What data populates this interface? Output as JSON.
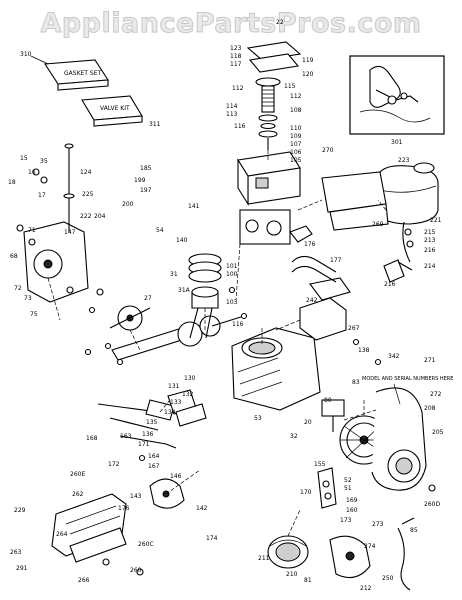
{
  "watermark": "AppliancePartsPros.com",
  "callouts": {
    "gasket_kit_1": "310",
    "gasket_kit_2": "311",
    "valve_kit": "301",
    "model_serial_note": "MODEL AND SERIAL NUMBERS HERE",
    "kit_1_text": "GASKET SET",
    "kit_2_text": "VALVE KIT"
  },
  "part_labels": [
    {
      "id": "p22",
      "text": "22"
    },
    {
      "id": "p123",
      "text": "123"
    },
    {
      "id": "p118a",
      "text": "118"
    },
    {
      "id": "p117",
      "text": "117"
    },
    {
      "id": "p120",
      "text": "120"
    },
    {
      "id": "p119",
      "text": "119"
    },
    {
      "id": "p112a",
      "text": "112"
    },
    {
      "id": "p114",
      "text": "114"
    },
    {
      "id": "p113",
      "text": "113"
    },
    {
      "id": "p115",
      "text": "115"
    },
    {
      "id": "p108",
      "text": "108"
    },
    {
      "id": "p110",
      "text": "110"
    },
    {
      "id": "p109",
      "text": "109"
    },
    {
      "id": "p112b",
      "text": "112"
    },
    {
      "id": "p116",
      "text": "116"
    },
    {
      "id": "p107",
      "text": "107"
    },
    {
      "id": "p106",
      "text": "106"
    },
    {
      "id": "p105",
      "text": "105"
    },
    {
      "id": "p35",
      "text": "35"
    },
    {
      "id": "p15",
      "text": "15"
    },
    {
      "id": "p16",
      "text": "16"
    },
    {
      "id": "p18",
      "text": "18"
    },
    {
      "id": "p17",
      "text": "17"
    },
    {
      "id": "p124",
      "text": "124"
    },
    {
      "id": "p225",
      "text": "225"
    },
    {
      "id": "p222",
      "text": "222"
    },
    {
      "id": "p147",
      "text": "147"
    },
    {
      "id": "p185",
      "text": "185"
    },
    {
      "id": "p199",
      "text": "199"
    },
    {
      "id": "p197",
      "text": "197"
    },
    {
      "id": "p200",
      "text": "200"
    },
    {
      "id": "p204",
      "text": "204"
    },
    {
      "id": "p54a",
      "text": "54"
    },
    {
      "id": "p141",
      "text": "141"
    },
    {
      "id": "p140",
      "text": "140"
    },
    {
      "id": "p270",
      "text": "270"
    },
    {
      "id": "p223",
      "text": "223"
    },
    {
      "id": "p221",
      "text": "221"
    },
    {
      "id": "p269",
      "text": "269"
    },
    {
      "id": "p215",
      "text": "215"
    },
    {
      "id": "p213",
      "text": "213"
    },
    {
      "id": "p216a",
      "text": "216"
    },
    {
      "id": "p214",
      "text": "214"
    },
    {
      "id": "p216b",
      "text": "216"
    },
    {
      "id": "p177",
      "text": "177"
    },
    {
      "id": "p176",
      "text": "176"
    },
    {
      "id": "p101",
      "text": "101"
    },
    {
      "id": "p100",
      "text": "100"
    },
    {
      "id": "p103",
      "text": "103"
    },
    {
      "id": "p71",
      "text": "71"
    },
    {
      "id": "p68",
      "text": "68"
    },
    {
      "id": "p72",
      "text": "72"
    },
    {
      "id": "p73",
      "text": "73"
    },
    {
      "id": "p75",
      "text": "75"
    },
    {
      "id": "p31",
      "text": "31"
    },
    {
      "id": "p31a",
      "text": "31A"
    },
    {
      "id": "p27",
      "text": "27"
    },
    {
      "id": "p242",
      "text": "242"
    },
    {
      "id": "p267",
      "text": "267"
    },
    {
      "id": "p116b",
      "text": "116"
    },
    {
      "id": "p138",
      "text": "138"
    },
    {
      "id": "p342",
      "text": "342"
    },
    {
      "id": "p271",
      "text": "271"
    },
    {
      "id": "p272",
      "text": "272"
    },
    {
      "id": "p208",
      "text": "208"
    },
    {
      "id": "p205",
      "text": "205"
    },
    {
      "id": "p130",
      "text": "130"
    },
    {
      "id": "p131",
      "text": "131"
    },
    {
      "id": "p132",
      "text": "132"
    },
    {
      "id": "p133",
      "text": "133"
    },
    {
      "id": "p134",
      "text": "134"
    },
    {
      "id": "p135",
      "text": "135"
    },
    {
      "id": "p136",
      "text": "136"
    },
    {
      "id": "p168",
      "text": "168"
    },
    {
      "id": "p171",
      "text": "171"
    },
    {
      "id": "p163",
      "text": "163"
    },
    {
      "id": "p172",
      "text": "172"
    },
    {
      "id": "p164",
      "text": "164"
    },
    {
      "id": "p167",
      "text": "167"
    },
    {
      "id": "p260e",
      "text": "260E"
    },
    {
      "id": "p170",
      "text": "170"
    },
    {
      "id": "p51",
      "text": "51"
    },
    {
      "id": "p52",
      "text": "52"
    },
    {
      "id": "p169",
      "text": "169"
    },
    {
      "id": "p155",
      "text": "155"
    },
    {
      "id": "p160",
      "text": "160"
    },
    {
      "id": "p173",
      "text": "173"
    },
    {
      "id": "p260d",
      "text": "260D"
    },
    {
      "id": "p262",
      "text": "262"
    },
    {
      "id": "p143",
      "text": "143"
    },
    {
      "id": "p176b",
      "text": "176"
    },
    {
      "id": "p146",
      "text": "146"
    },
    {
      "id": "p142",
      "text": "142"
    },
    {
      "id": "p229",
      "text": "229"
    },
    {
      "id": "p264",
      "text": "264"
    },
    {
      "id": "p260c",
      "text": "260C"
    },
    {
      "id": "p174",
      "text": "174"
    },
    {
      "id": "p263",
      "text": "263"
    },
    {
      "id": "p291",
      "text": "291"
    },
    {
      "id": "p260",
      "text": "260"
    },
    {
      "id": "p266",
      "text": "266"
    },
    {
      "id": "p211",
      "text": "211"
    },
    {
      "id": "p274",
      "text": "274"
    },
    {
      "id": "p273",
      "text": "273"
    },
    {
      "id": "p85",
      "text": "85"
    },
    {
      "id": "p210",
      "text": "210"
    },
    {
      "id": "p81",
      "text": "81"
    },
    {
      "id": "p250",
      "text": "250"
    },
    {
      "id": "p212",
      "text": "212"
    },
    {
      "id": "p80",
      "text": "80"
    },
    {
      "id": "p83",
      "text": "83"
    },
    {
      "id": "p20",
      "text": "20"
    },
    {
      "id": "p32",
      "text": "32"
    },
    {
      "id": "p53",
      "text": "53"
    }
  ]
}
